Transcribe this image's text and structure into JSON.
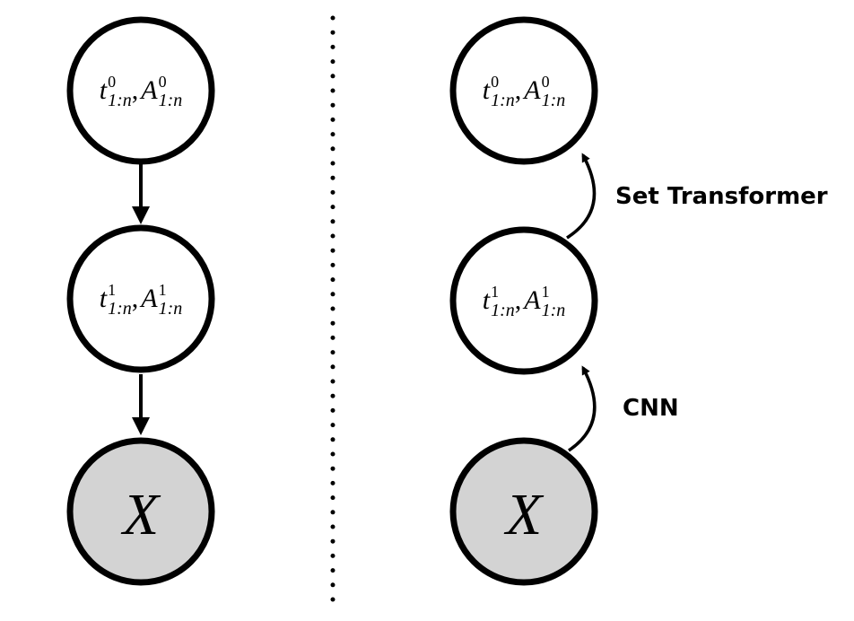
{
  "left_graph": {
    "nodes": [
      {
        "var": "t",
        "sup": "0",
        "sub": "1:n",
        "var2": "A",
        "sup2": "0",
        "sub2": "1:n",
        "observed": false
      },
      {
        "var": "t",
        "sup": "1",
        "sub": "1:n",
        "var2": "A",
        "sup2": "1",
        "sub2": "1:n",
        "observed": false
      },
      {
        "var": "X",
        "observed": true
      }
    ]
  },
  "right_graph": {
    "nodes": [
      {
        "var": "t",
        "sup": "0",
        "sub": "1:n",
        "var2": "A",
        "sup2": "0",
        "sub2": "1:n",
        "observed": false
      },
      {
        "var": "t",
        "sup": "1",
        "sub": "1:n",
        "var2": "A",
        "sup2": "1",
        "sub2": "1:n",
        "observed": false
      },
      {
        "var": "X",
        "observed": true
      }
    ],
    "edge_labels": {
      "upper": "Set Transformer",
      "lower": "CNN"
    }
  },
  "colors": {
    "observed_fill": "#d3d3d3",
    "latent_fill": "#ffffff",
    "stroke": "#000000"
  }
}
